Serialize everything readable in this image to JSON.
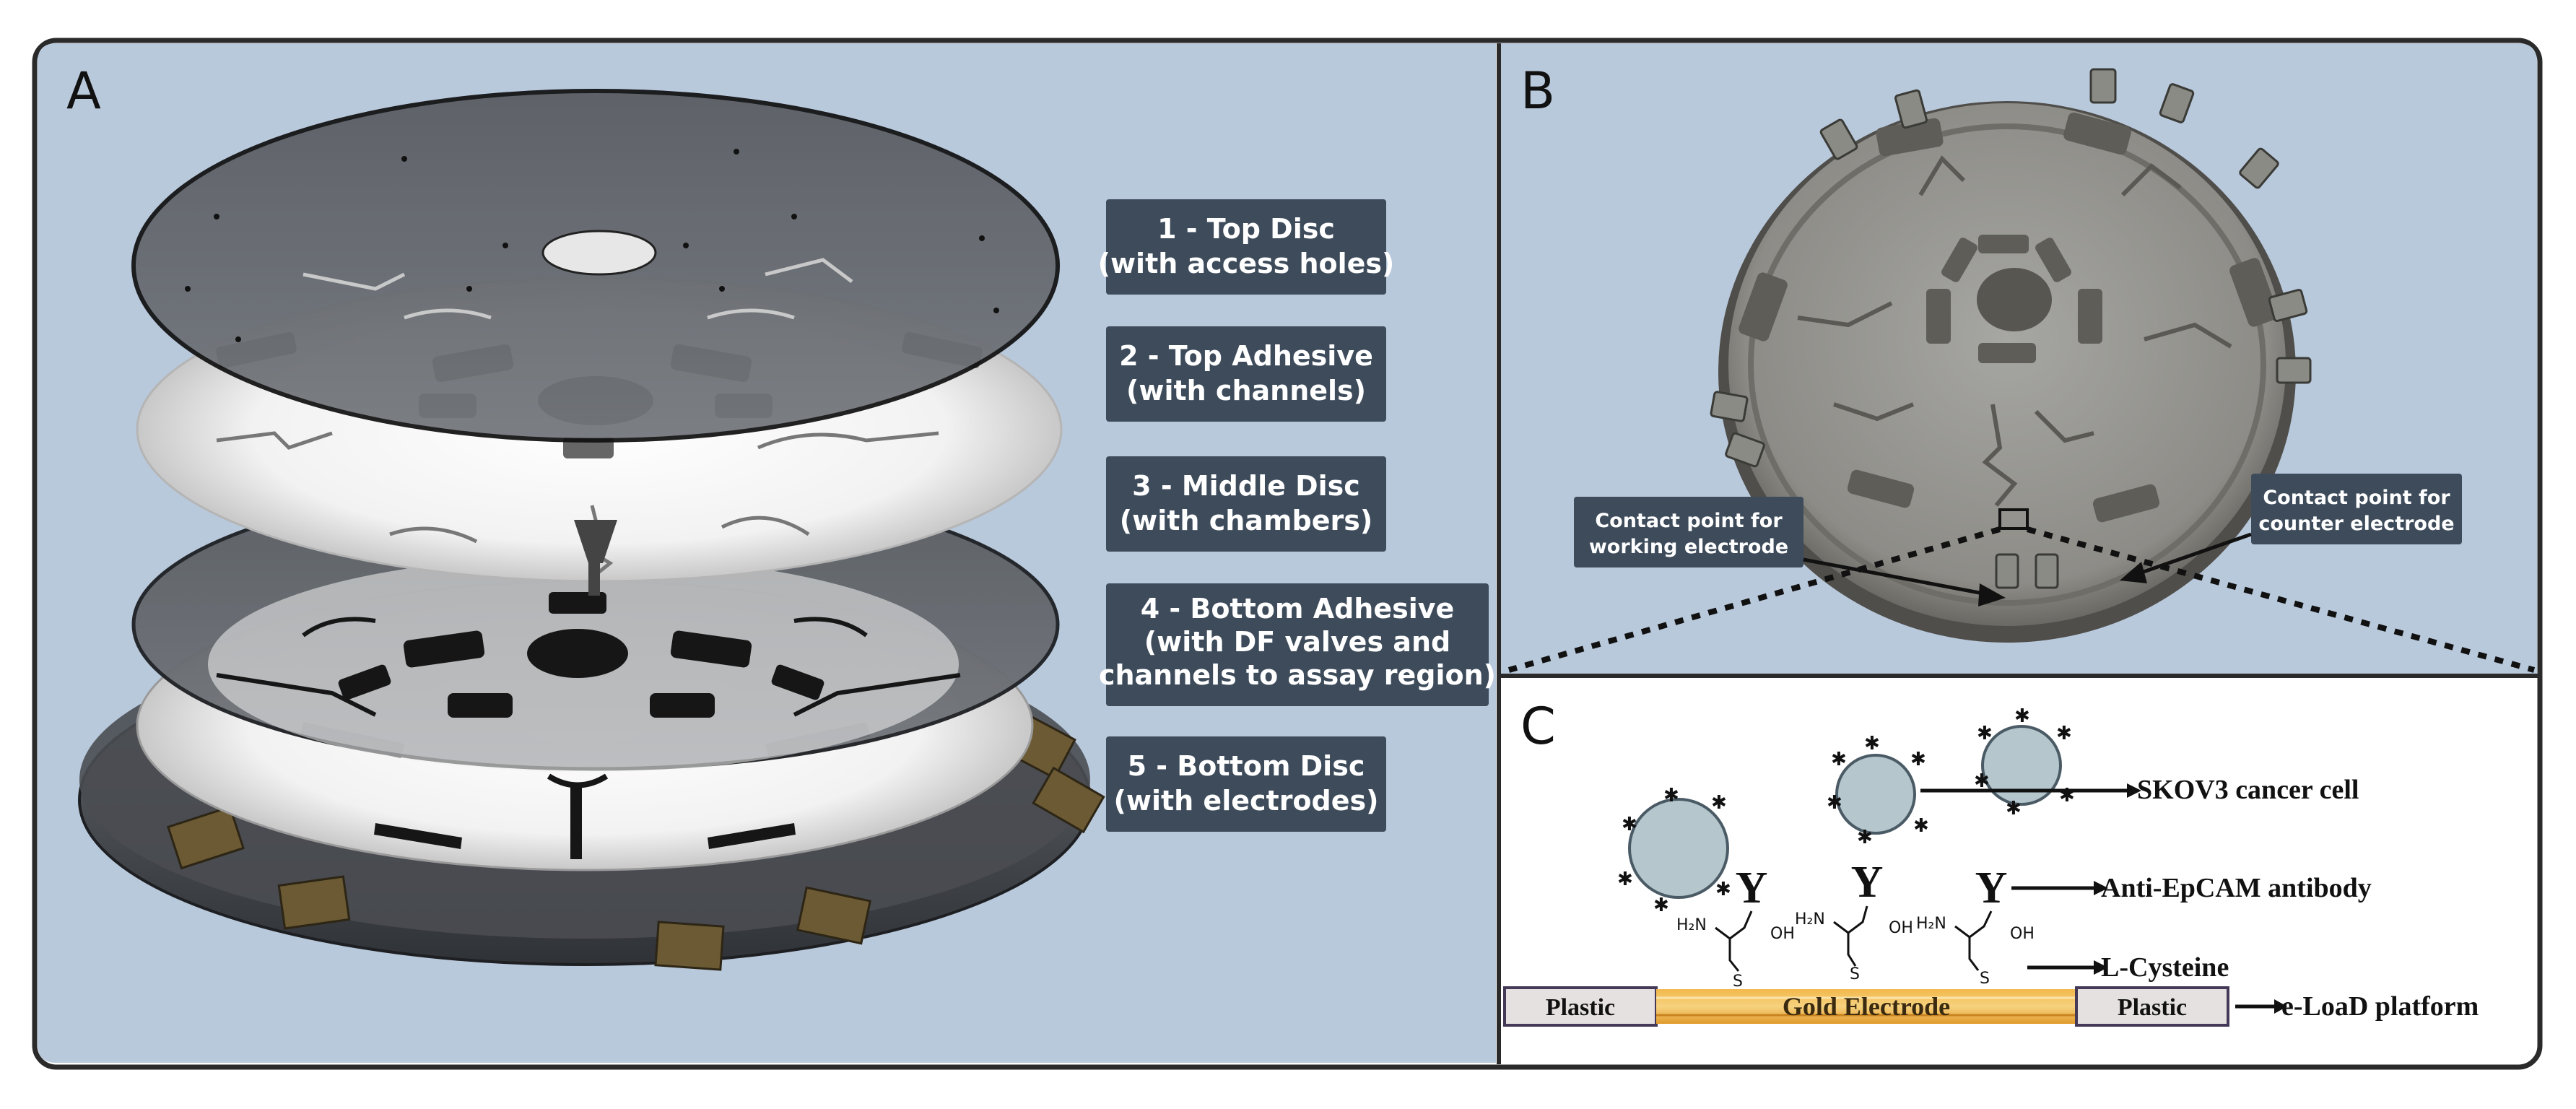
{
  "panels": {
    "a": {
      "letter": "A"
    },
    "b": {
      "letter": "B"
    },
    "c": {
      "letter": "C"
    }
  },
  "layers": [
    {
      "line1": "1 - Top Disc",
      "line2": "(with access holes)"
    },
    {
      "line1": "2 - Top Adhesive",
      "line2": "(with channels)"
    },
    {
      "line1": "3 - Middle Disc",
      "line2": "(with chambers)"
    },
    {
      "line1": "4 - Bottom Adhesive",
      "line2": "(with DF valves and",
      "line3": "channels to assay region)"
    },
    {
      "line1": "5 - Bottom Disc",
      "line2": "(with electrodes)"
    }
  ],
  "callouts": {
    "working": {
      "line1": "Contact point for",
      "line2": "working electrode"
    },
    "counter": {
      "line1": "Contact point for",
      "line2": "counter electrode"
    }
  },
  "schematic": {
    "cell_label": "SKOV3 cancer cell",
    "antibody_label": "Anti-EpCAM antibody",
    "cysteine_label": "L-Cysteine",
    "platform_label": "e-LoaD platform",
    "plastic_left": "Plastic",
    "gold": "Gold Electrode",
    "plastic_right": "Plastic",
    "antibody_glyph": "Y",
    "chem_h2n": "H₂N",
    "chem_oh": "OH",
    "chem_s": "S"
  },
  "colors": {
    "panel_bg": "#b9c9dc",
    "label_box": "#3d4b5b",
    "cell_fill": "#b6c6cd",
    "gold": "#e9a93a",
    "plastic": "#e6e1e1"
  }
}
